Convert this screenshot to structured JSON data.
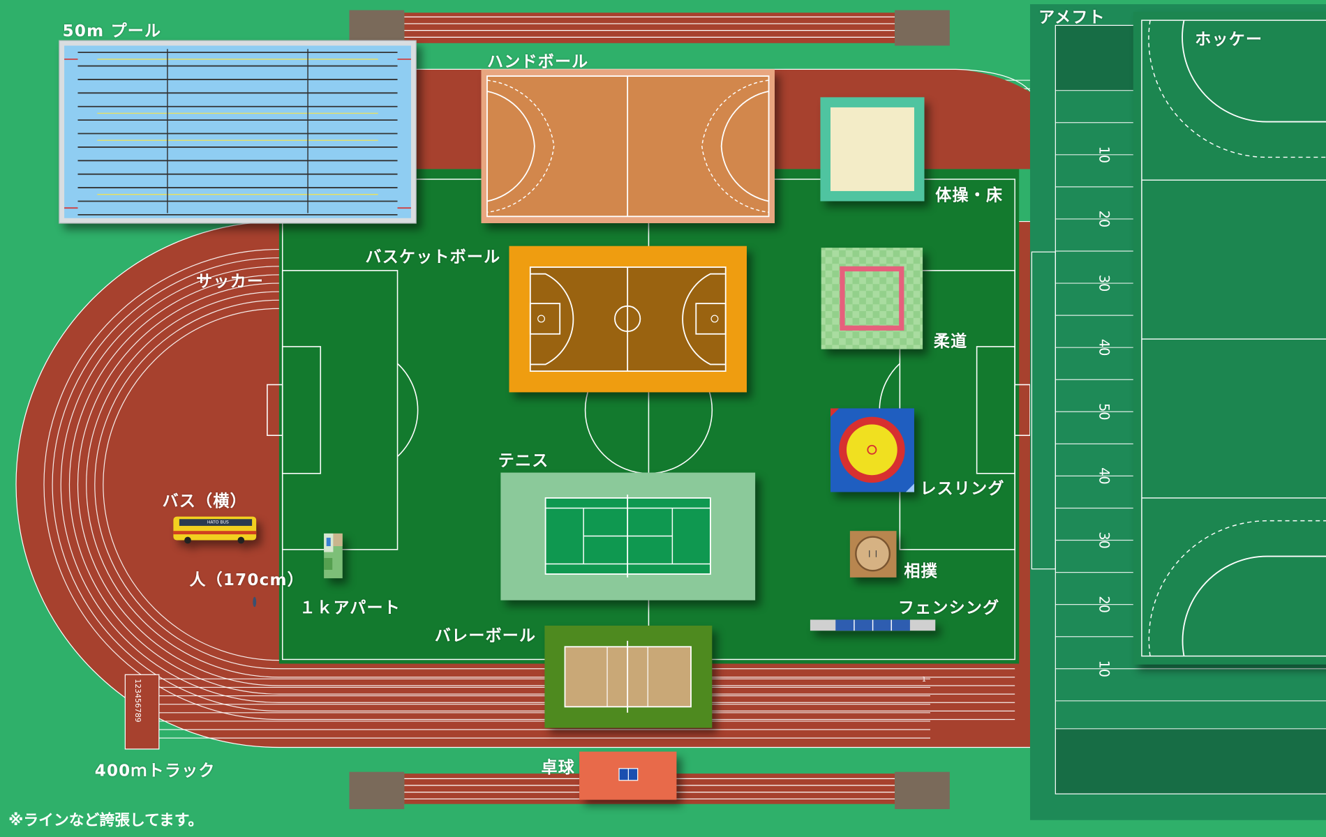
{
  "labels": {
    "pool": "50m プール",
    "handball": "ハンドボール",
    "gymnastics": "体操・床",
    "basketball": "バスケットボール",
    "soccer": "サッカー",
    "judo": "柔道",
    "tennis": "テニス",
    "wrestling": "レスリング",
    "bus": "バス（横）",
    "sumo": "相撲",
    "person": "人（170cm）",
    "apartment": "１ｋアパート",
    "fencing": "フェンシング",
    "volleyball": "バレーボール",
    "track": "400ｍトラック",
    "table_tennis": "卓球",
    "american_football": "アメフト",
    "hockey": "ホッケー",
    "note": "※ラインなど誇張してます。"
  },
  "bus_text": "HATO BUS",
  "lane_numbers": [
    "1",
    "2",
    "3",
    "4",
    "5",
    "6",
    "7",
    "8",
    "9"
  ],
  "yard_numbers": [
    "10",
    "20",
    "30",
    "40",
    "50",
    "40",
    "30",
    "20",
    "10"
  ],
  "colors": {
    "background": "#2fb06a",
    "infield": "#137a2e",
    "track": "#a7412e",
    "pool_water": "#8fcdf2",
    "handball_court": "#d2874c",
    "basketball_court": "#9a6310",
    "basketball_surround": "#ef9d10",
    "tennis_surround": "#8bc99a",
    "tennis_court": "#0f9850",
    "volleyball_surround": "#4e8a1f",
    "volleyball_court": "#c9a877",
    "gymnastics_border": "#4fc4a0",
    "gymnastics_floor": "#f3ecc7",
    "judo_mat": "#93d08b",
    "judo_line": "#e6607c",
    "wrestling_blue": "#1f5ec0",
    "wrestling_red": "#d73030",
    "wrestling_yellow": "#f0e020",
    "table_tennis": "#e86a4a",
    "american_football": "#1e8a57",
    "hockey": "#1c8650"
  }
}
